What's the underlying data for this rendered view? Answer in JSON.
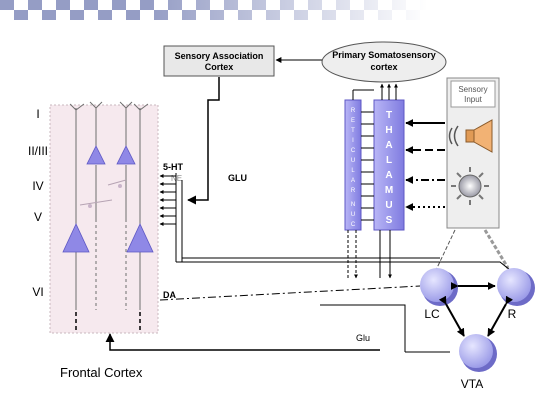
{
  "layers": [
    "I",
    "II/III",
    "IV",
    "V",
    "VI"
  ],
  "boxes": {
    "sensory_association": "Sensory Association\nCortex",
    "primary_somatosensory": "Primary Somatosensory\ncortex",
    "sensory_input": "Sensory\nInput",
    "thalamus": "THALAMUS",
    "reticular_nuc": "RETICULAR NUC"
  },
  "labels": {
    "ht": "5-HT",
    "ne": "NE",
    "glu_upper": "GLU",
    "da": "DA",
    "glu_lower": "Glu",
    "frontal_cortex": "Frontal Cortex"
  },
  "nuclei": {
    "lc": "LC",
    "r": "R",
    "vta": "VTA"
  },
  "colors": {
    "cortex_fill": "#f6e9ee",
    "neuron": "#8f88e6",
    "thalamus": "#9a96ee",
    "nucleus": "#bcbcf7",
    "grey_box": "#e8e8e8"
  }
}
